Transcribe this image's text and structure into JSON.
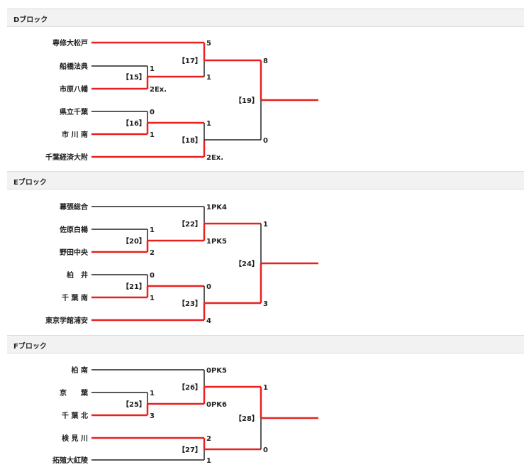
{
  "blocks": [
    {
      "title": "Dブロック",
      "teams": [
        "専修大松戸",
        "船橋法典",
        "市原八幡",
        "県立千葉",
        "市 川 南",
        "千葉経済大附"
      ],
      "matches": {
        "m1": "【15】",
        "m2": "【16】",
        "m3": "【17】",
        "m4": "【18】",
        "final": "【19】"
      },
      "scores": {
        "r1a_top": "1",
        "r1a_bot": "2Ex.",
        "r1b_top": "0",
        "r1b_bot": "1",
        "r2a_top": "5",
        "r2a_bot": "1",
        "r2b_top": "1",
        "r2b_bot": "2Ex.",
        "f_top": "8",
        "f_bot": "0"
      }
    },
    {
      "title": "Eブロック",
      "teams": [
        "幕張総合",
        "佐原白楊",
        "野田中央",
        "柏　井",
        "千 葉 南",
        "東京学館浦安"
      ],
      "matches": {
        "m1": "【20】",
        "m2": "【21】",
        "m3": "【22】",
        "m4": "【23】",
        "final": "【24】"
      },
      "scores": {
        "r1a_top": "1",
        "r1a_bot": "2",
        "r1b_top": "0",
        "r1b_bot": "1",
        "r2a_top": "1PK4",
        "r2a_bot": "1PK5",
        "r2b_top": "0",
        "r2b_bot": "4",
        "f_top": "1",
        "f_bot": "3"
      }
    },
    {
      "title": "Fブロック",
      "teams": [
        "柏 南",
        "京　　葉",
        "千 葉 北",
        "検 見 川",
        "拓殖大紅陵"
      ],
      "matches": {
        "m1": "【25】",
        "m2": "【26】",
        "m3": "【27】",
        "final": "【28】"
      },
      "scores": {
        "r1a_top": "1",
        "r1a_bot": "3",
        "r2a_top": "0PK5",
        "r2a_bot": "0PK6",
        "r2b_top": "2",
        "r2b_bot": "1",
        "f_top": "1",
        "f_bot": "0"
      }
    }
  ],
  "colors": {
    "winner": "#e8211f",
    "loser": "#222222"
  }
}
